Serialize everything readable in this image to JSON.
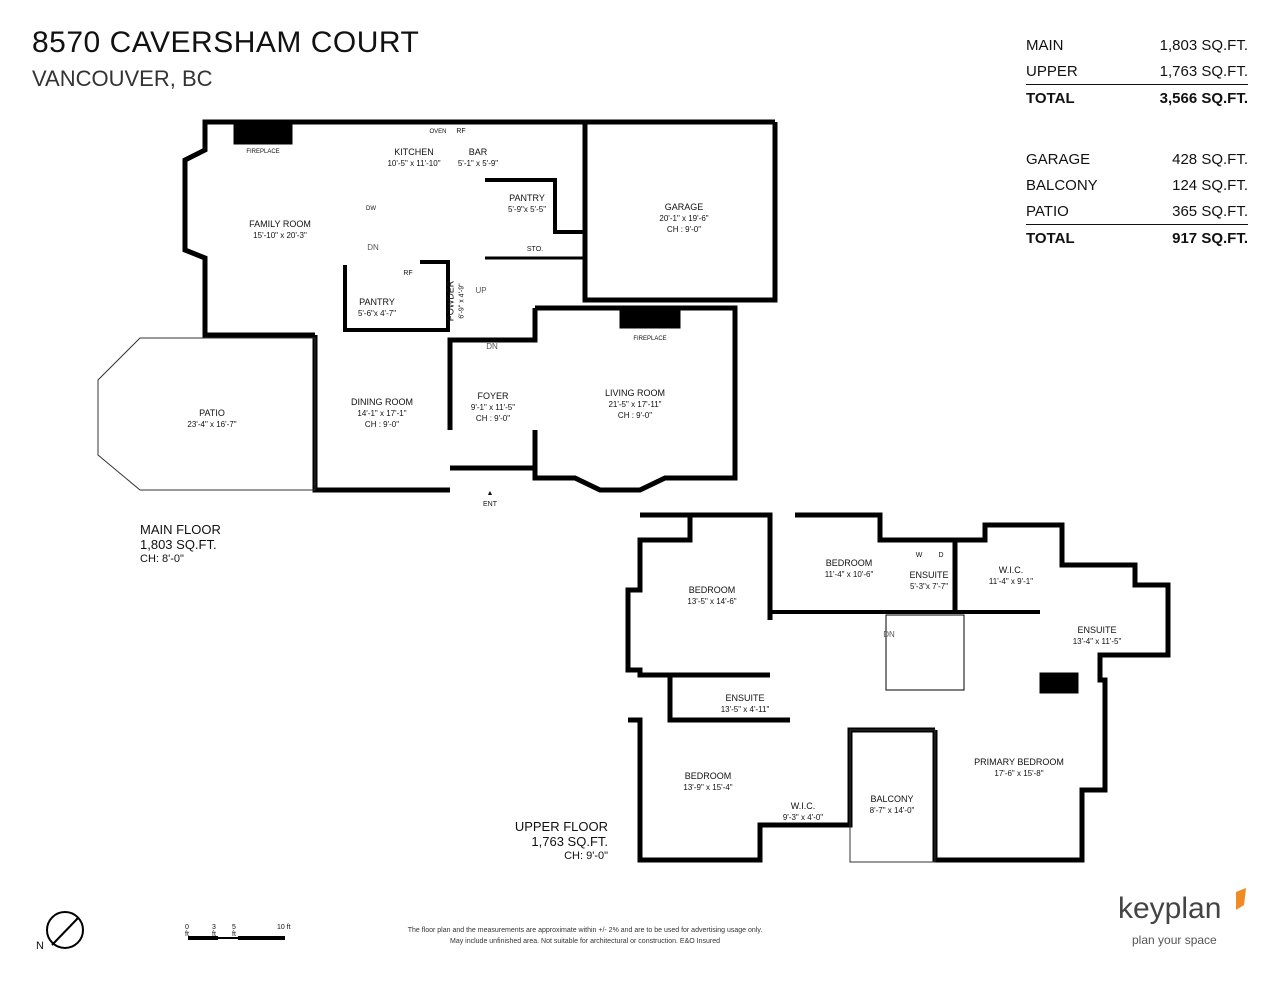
{
  "header": {
    "address": "8570 CAVERSHAM COURT",
    "city": "VANCOUVER, BC"
  },
  "area_summary": {
    "living": [
      {
        "label": "MAIN",
        "value": "1,803 SQ.FT."
      },
      {
        "label": "UPPER",
        "value": "1,763 SQ.FT."
      }
    ],
    "living_total": {
      "label": "TOTAL",
      "value": "3,566 SQ.FT."
    },
    "other": [
      {
        "label": "GARAGE",
        "value": "428 SQ.FT."
      },
      {
        "label": "BALCONY",
        "value": "124 SQ.FT."
      },
      {
        "label": "PATIO",
        "value": "365 SQ.FT."
      }
    ],
    "other_total": {
      "label": "TOTAL",
      "value": "917 SQ.FT."
    }
  },
  "main_floor": {
    "label": "MAIN FLOOR",
    "area": "1,803 SQ.FT.",
    "ceiling": "CH: 8'-0\"",
    "rooms": [
      {
        "name": "FAMILY ROOM",
        "dims": "15'-10\" x 20'-3\""
      },
      {
        "name": "KITCHEN",
        "dims": "10'-5\" x 11'-10\""
      },
      {
        "name": "BAR",
        "dims": "5'-1\" x 5'-9\""
      },
      {
        "name": "PANTRY",
        "dims": "5'-9\"x 5'-5\""
      },
      {
        "name": "GARAGE",
        "dims": "20'-1\" x 19'-6\"",
        "ch": "CH : 9'-0\""
      },
      {
        "name": "PANTRY",
        "dims": "5'-6\"x 4'-7\""
      },
      {
        "name": "POWDER",
        "dims": "6'-9\" x 4'-9\""
      },
      {
        "name": "PATIO",
        "dims": "23'-4\" x 16'-7\""
      },
      {
        "name": "DINING ROOM",
        "dims": "14'-1\" x 17'-1\"",
        "ch": "CH : 9'-0\""
      },
      {
        "name": "FOYER",
        "dims": "9'-1\" x 11'-5\"",
        "ch": "CH : 9'-0\""
      },
      {
        "name": "LIVING ROOM",
        "dims": "21'-5\" x 17'-11\"",
        "ch": "CH : 9'-0\""
      }
    ],
    "fixtures": {
      "fireplace": "FIREPLACE",
      "oven": "OVEN",
      "rf": "RF",
      "dw": "DW",
      "sto": "STO.",
      "up": "UP",
      "dn": "DN",
      "ent": "ENT"
    }
  },
  "upper_floor": {
    "label": "UPPER FLOOR",
    "area": "1,763 SQ.FT.",
    "ceiling": "CH: 9'-0\"",
    "rooms": [
      {
        "name": "BEDROOM",
        "dims": "13'-5\" x 14'-6\""
      },
      {
        "name": "BEDROOM",
        "dims": "11'-4\" x 10'-6\""
      },
      {
        "name": "ENSUITE",
        "dims": "5'-3\"x 7'-7\""
      },
      {
        "name": "W.I.C.",
        "dims": "11'-4\" x 9'-1\""
      },
      {
        "name": "ENSUITE",
        "dims": "13'-4\" x 11'-5\""
      },
      {
        "name": "ENSUITE",
        "dims": "13'-5\" x 4'-11\""
      },
      {
        "name": "BEDROOM",
        "dims": "13'-9\" x 15'-4\""
      },
      {
        "name": "W.I.C.",
        "dims": "9'-3\" x 4'-0\""
      },
      {
        "name": "BALCONY",
        "dims": "8'-7\" x 14'-0\""
      },
      {
        "name": "PRIMARY BEDROOM",
        "dims": "17'-6\" x 15'-8\""
      }
    ],
    "fixtures": {
      "w": "W",
      "d": "D",
      "dn": "DN"
    }
  },
  "compass": {
    "label": "N"
  },
  "scale_bar": {
    "ticks": [
      "0 ft",
      "3 ft",
      "5 ft",
      "10 ft"
    ]
  },
  "disclaimer": [
    "The floor plan and the measurements are approximate within +/- 2% and are to be used for advertising usage only.",
    "May include unfinished area. Not suitable for architectural or construction. E&O Insured"
  ],
  "brand": {
    "name": "keyplan",
    "tagline": "plan your space",
    "accent": "#f08a24"
  }
}
